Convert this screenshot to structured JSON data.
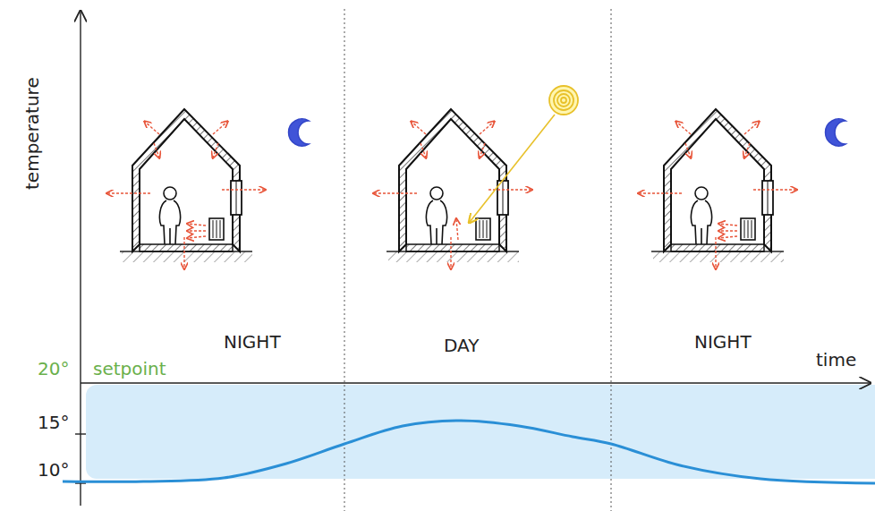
{
  "diagram": {
    "labels": [
      "temperature",
      "time",
      "20°",
      "setpoint",
      "15°",
      "10°",
      "NIGHT",
      "DAY",
      "NIGHT"
    ]
  }
}
